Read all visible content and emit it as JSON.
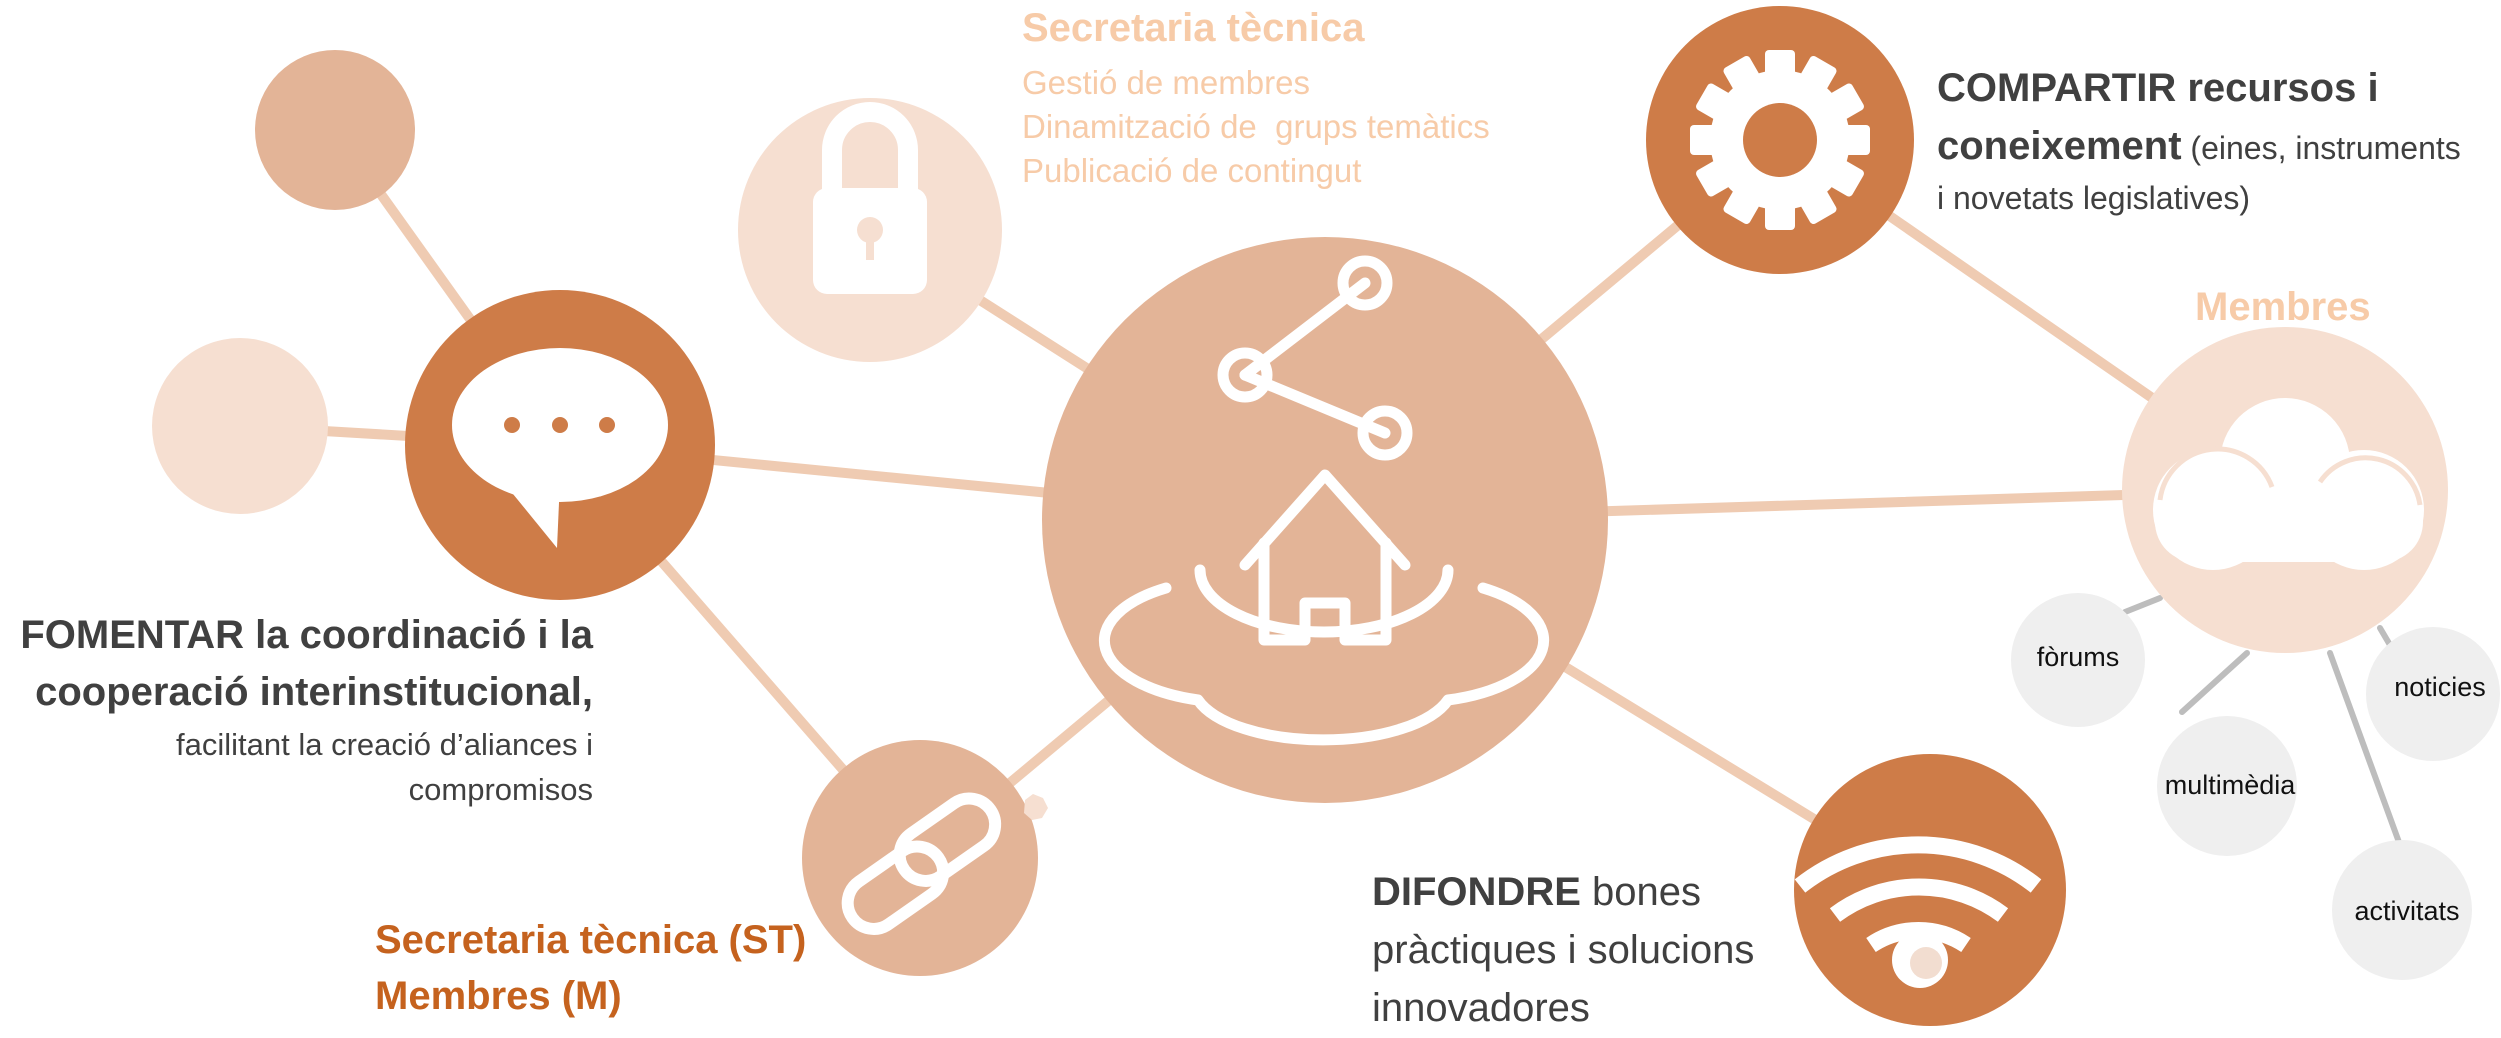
{
  "colors": {
    "dark_orange": "#ce7c48",
    "mid_orange": "#e3b497",
    "light_peach": "#f6dfd1",
    "line_peach": "#efcbb2",
    "grey_node": "#efefef",
    "grey_line": "#bdbdbd",
    "icon_white": "#ffffff",
    "text_dark": "#404040",
    "text_pale": "#f7cba8",
    "text_orange": "#c5621e"
  },
  "icons": {
    "center": "share-home-icon",
    "top_center": "lock-icon",
    "top_right": "gear-icon",
    "left": "speech-bubble-icon",
    "bottom_left": "chain-link-icon",
    "bottom_right": "wifi-icon",
    "right": "cloud-icon"
  },
  "secretaria_box": {
    "title": "Secretaria tècnica",
    "items": [
      "Gestió de membres",
      "Dinamització de  grups temàtics",
      "Publicació de contingut"
    ]
  },
  "compartir": {
    "bold": "COMPARTIR recursos i",
    "bold2": "coneixement",
    "rest": " (eines, instruments",
    "line3": "i novetats legislatives)"
  },
  "membres_title": "Membres",
  "membres_items": {
    "forums": "fòrums",
    "noticies": "noticies",
    "multimedia": "multimèdia",
    "activitats": "activitats"
  },
  "fomentar": {
    "line1": "FOMENTAR la coordinació i la",
    "line2": "cooperació interinstitucional,",
    "line3": "facilitant la creació d’aliances i",
    "line4": "compromisos"
  },
  "difondre": {
    "bold": "DIFONDRE",
    "rest1": " bones",
    "line2": "pràctiques i solucions",
    "line3": "innovadores"
  },
  "legend": {
    "st": "Secretaria tècnica (ST)",
    "m": "Membres (M)"
  }
}
